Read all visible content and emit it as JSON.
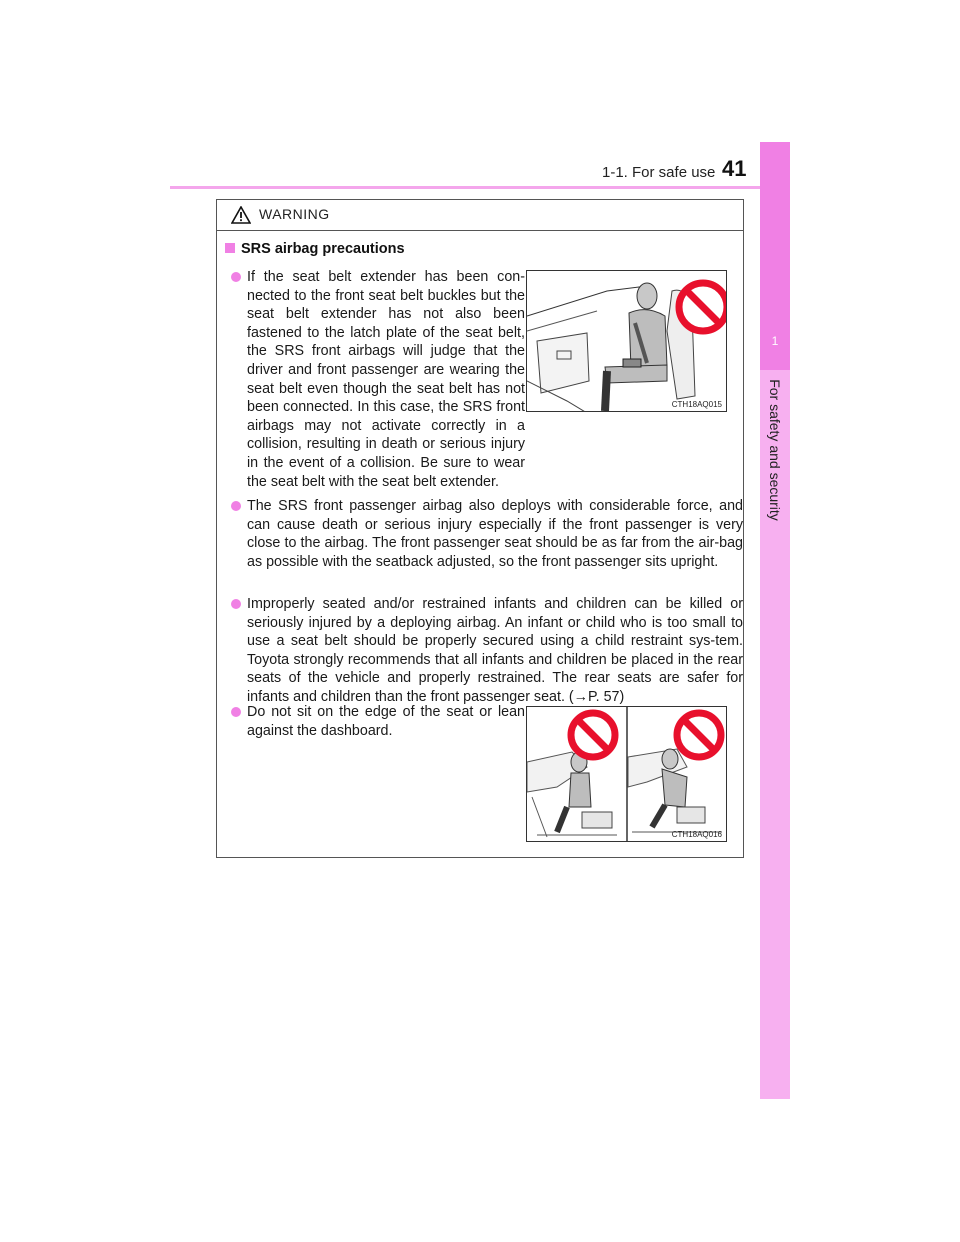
{
  "header": {
    "section": "1-1. For safe use",
    "page_number": "41"
  },
  "side_tab": {
    "chapter_number": "1",
    "chapter_title": "For safety and security"
  },
  "warning": {
    "title": "WARNING",
    "section_title": "SRS airbag precautions",
    "bullets": [
      "If the seat belt extender has been con-nected to the front seat belt buckles but the seat belt extender has not also been fastened to the latch plate of the seat belt, the SRS front airbags will judge that the driver and front passenger are wearing the seat belt even though the seat belt has not been connected. In this case, the SRS front airbags may not activate correctly in a collision, resulting in death or serious injury in the event of a collision. Be sure to wear the seat belt with the seat belt extender.",
      "The SRS front passenger airbag also deploys with considerable force, and can cause death or serious injury especially if the front passenger is very close to the airbag. The front passenger seat should be as far from the air-bag as possible with the seatback adjusted, so the front passenger sits upright.",
      "Improperly seated and/or restrained infants and children can be killed or seriously injured by a deploying airbag. An infant or child who is too small to use a seat belt should be properly secured using a child restraint sys-tem. Toyota strongly recommends that all infants and children be placed in the rear seats of the vehicle and properly restrained. The rear seats are safer for infants and children than the front passenger seat. (→P. 57)",
      "Do not sit on the edge of the seat or lean against the dashboard."
    ],
    "figures": [
      {
        "code": "CTH18AQ015",
        "icon": "prohibited-icon"
      },
      {
        "code": "CTH18AQ016",
        "icon": "prohibited-icon"
      }
    ]
  },
  "colors": {
    "accent_pink": "#f080e4",
    "tab_pink": "#f7b0f0",
    "prohibited_red": "#e8102c"
  }
}
